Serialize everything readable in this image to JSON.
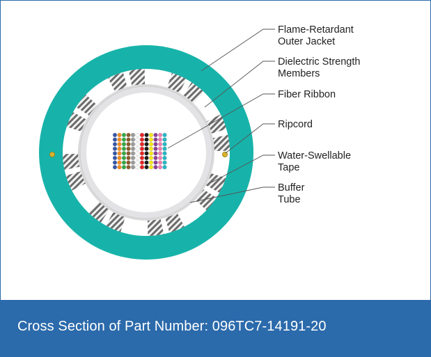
{
  "caption": "Cross Section of Part Number: 096TC7-14191-20",
  "callouts": [
    {
      "lines": [
        "Flame-Retardant",
        "Outer Jacket"
      ]
    },
    {
      "lines": [
        "Dielectric Strength",
        "Members"
      ]
    },
    {
      "lines": [
        "Fiber Ribbon"
      ]
    },
    {
      "lines": [
        "Ripcord"
      ]
    },
    {
      "lines": [
        "Water-Swellable",
        "Tape"
      ]
    },
    {
      "lines": [
        "Buffer",
        "Tube"
      ]
    }
  ],
  "colors": {
    "frame_border": "#2b6aab",
    "caption_bar": "#2b6aab",
    "jacket": "#17b3aa",
    "tape_ring": "#dadadb",
    "buffer_tube": "#e3e3e5",
    "core": "#ffffff",
    "ripcord": "#d8b32e",
    "leader_line": "#555555"
  },
  "fiber_colors": [
    "#3556a8",
    "#f08a25",
    "#33a844",
    "#8b5a2b",
    "#9a9a9a",
    "#f7f7f7",
    "#e32426",
    "#1a1a1a",
    "#f2e41d",
    "#8a3f9a",
    "#ef7fb2",
    "#26b6c4"
  ]
}
